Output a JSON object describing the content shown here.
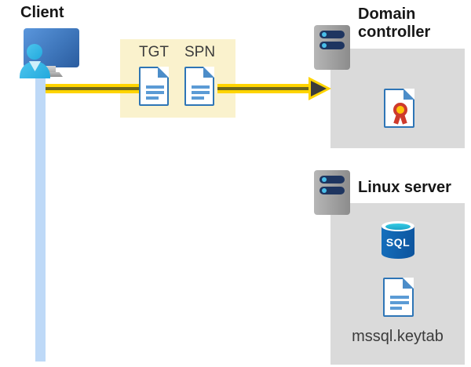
{
  "client": {
    "label": "Client"
  },
  "tickets": {
    "tgt": "TGT",
    "spn": "SPN"
  },
  "domain_controller": {
    "title": "Domain controller"
  },
  "linux_server": {
    "title": "Linux server"
  },
  "sql_database": {
    "label": "SQL"
  },
  "keytab_file": {
    "label": "mssql.keytab"
  },
  "icons": {
    "client": "user-at-computer-icon",
    "domain_controller_server": "server-icon",
    "linux_server": "server-icon",
    "tgt_ticket": "document-icon",
    "spn_ticket": "document-icon",
    "certificate": "certificate-icon",
    "sql_database": "database-icon",
    "keytab": "document-icon",
    "flow_arrow": "yellow-arrow-right"
  },
  "colors": {
    "arrow_yellow": "#FFD400",
    "arrow_core": "#6C661E",
    "arrowhead_fill": "#3B3B3B",
    "ticket_box_bg": "#FAF2CD",
    "panel_gray": "#DADADA",
    "timeline_blue": "#BED9F7",
    "doc_border_blue": "#2E75B6",
    "doc_line_blue": "#5B9BD5",
    "sql_body_blue": "#0D539C",
    "sql_top_teal": "#2FC1DC",
    "person_cyan": "#35BAE8",
    "monitor_blue": "#2B5C9F",
    "server_pill_navy": "#1E3560",
    "server_dot_cyan": "#49BEE9",
    "cert_red": "#CE3A2C",
    "cert_yellow": "#FFC30B",
    "title_text": "#171717",
    "body_text": "#3C3C3C"
  }
}
